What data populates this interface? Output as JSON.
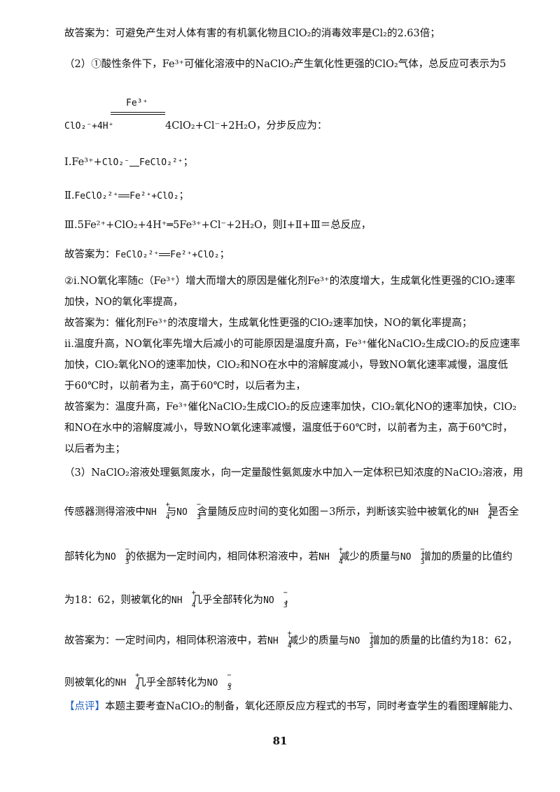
{
  "lines": {
    "l1": "故答案为：可避免产生对人体有害的有机氯化物且ClO₂的消毒效率是Cl₂的2.63倍；",
    "l2": "（2）①酸性条件下，Fe³⁺可催化溶液中的NaClO₂产生氧化性更强的ClO₂气体，总反应可表示为5",
    "eq_catalyst": "Fe³⁺",
    "eq_left": "ClO₂⁻+4H⁺",
    "eq_right": "4ClO₂+Cl⁻+2H₂O，分步反应为：",
    "step1_prefix": "Ⅰ.Fe³⁺+",
    "step1_a": "ClO₂⁻",
    "step1_b": "FeClO₂²⁺",
    "step1_suffix": "；",
    "step2_prefix": "Ⅱ.",
    "step2_a": "FeClO₂²⁺",
    "step2_b": "Fe²⁺+ClO₂",
    "step2_suffix": "；",
    "step3": "Ⅲ.5Fe²⁺+ClO₂+4H⁺═5Fe³⁺+Cl⁻+2H₂O，则Ⅰ+Ⅱ+Ⅲ＝总反应，",
    "ans2_prefix": "故答案为：",
    "ans2_a": "FeClO₂²⁺",
    "ans2_b": "Fe²⁺+ClO₂",
    "ans2_suffix": "；",
    "p_i1": "②i.NO氧化率随c（Fe³⁺）增大而增大的原因是催化剂Fe³⁺的浓度增大，生成氧化性更强的ClO₂速率",
    "p_i2": "加快，NO的氧化率提高，",
    "p_i3": "故答案为：催化剂Fe³⁺的浓度增大，生成氧化性更强的ClO₂速率加快，NO的氧化率提高；",
    "p_ii1": "ii.温度升高，NO氧化率先增大后减小的可能原因是温度升高，Fe³⁺催化NaClO₂生成ClO₂的反应速率",
    "p_ii2": "加快，ClO₂氧化NO的速率加快，ClO₂和NO在水中的溶解度减小，导致NO氧化速率减慢，温度低",
    "p_ii3": "于60℃时，以前者为主，高于60℃时，以后者为主，",
    "p_ii4": "故答案为：温度升高，Fe³⁺催化NaClO₂生成ClO₂的反应速率加快，ClO₂氧化NO的速率加快，ClO₂",
    "p_ii5": "和NO在水中的溶解度减小，导致NO氧化速率减慢，温度低于60℃时，以前者为主，高于60℃时，",
    "p_ii6": "以后者为主；",
    "p3_1": "（3）NaClO₂溶液处理氨氮废水，向一定量酸性氨氮废水中加入一定体积已知浓度的NaClO₂溶液，用",
    "p3_2a": "传感器测得溶液中",
    "p3_2b": "与",
    "p3_2c": "含量随反应时间的变化如图－3所示，判断该实验中被氧化的",
    "p3_2d": "是否全",
    "p3_3a": "部转化为",
    "p3_3b": "的依据为一定时间内，相同体积溶液中，若",
    "p3_3c": "减少的质量与",
    "p3_3d": "增加的质量的比值约",
    "p3_4a": "为18：62，则被氧化的",
    "p3_4b": "几乎全部转化为",
    "p3_4c": "，",
    "ans3_1a": "故答案为：一定时间内，相同体积溶液中，若",
    "ans3_1b": "减少的质量与",
    "ans3_1c": "增加的质量的比值约为18：62，",
    "ans3_2a": "则被氧化的",
    "ans3_2b": "几乎全部转化为",
    "ans3_2c": "。",
    "comment_tag": "【点评】",
    "comment_text": "本题主要考查NaClO₂的制备，氧化还原反应方程式的书写，同时考查学生的看图理解能力、"
  },
  "ions": {
    "nh4_base": "NH",
    "nh4_sub": "4",
    "nh4_sup": "+",
    "no3_base": "NO",
    "no3_sub": "3",
    "no3_sup": "−"
  },
  "page_number": "81",
  "colors": {
    "comment_tag": "#1f5fbf"
  }
}
